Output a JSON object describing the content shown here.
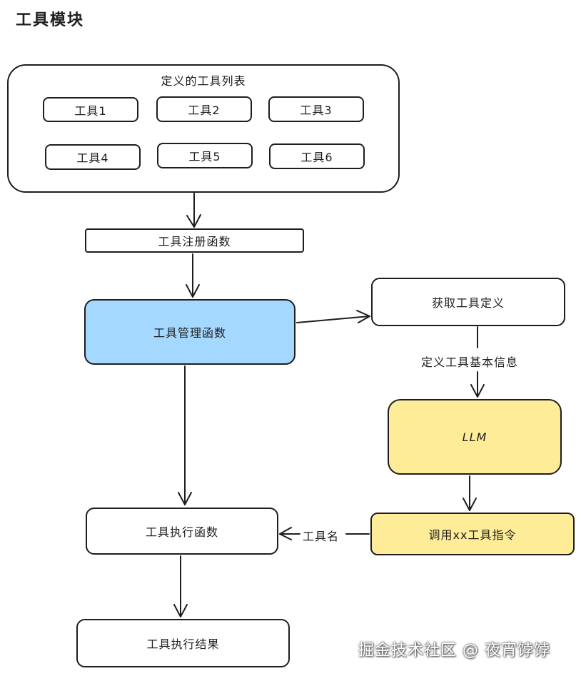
{
  "title": "工具模块",
  "groups": {
    "tool_list": {
      "label": "定义的工具列表",
      "tools": [
        "工具1",
        "工具2",
        "工具3",
        "工具4",
        "工具5",
        "工具6"
      ]
    }
  },
  "nodes": {
    "register": "工具注册函数",
    "manager": "工具管理函数",
    "get_def": "获取工具定义",
    "llm": "LLM",
    "invoke": "调用xx工具指令",
    "exec": "工具执行函数",
    "result": "工具执行结果"
  },
  "edge_labels": {
    "basic_info": "定义工具基本信息",
    "tool_name": "工具名"
  },
  "colors": {
    "manager_fill": "#a5d8ff",
    "llm_fill": "#ffec99",
    "invoke_fill": "#ffec99",
    "stroke": "#1e1e1e"
  },
  "watermark": "掘金技术社区 @ 夜宵饽饽"
}
